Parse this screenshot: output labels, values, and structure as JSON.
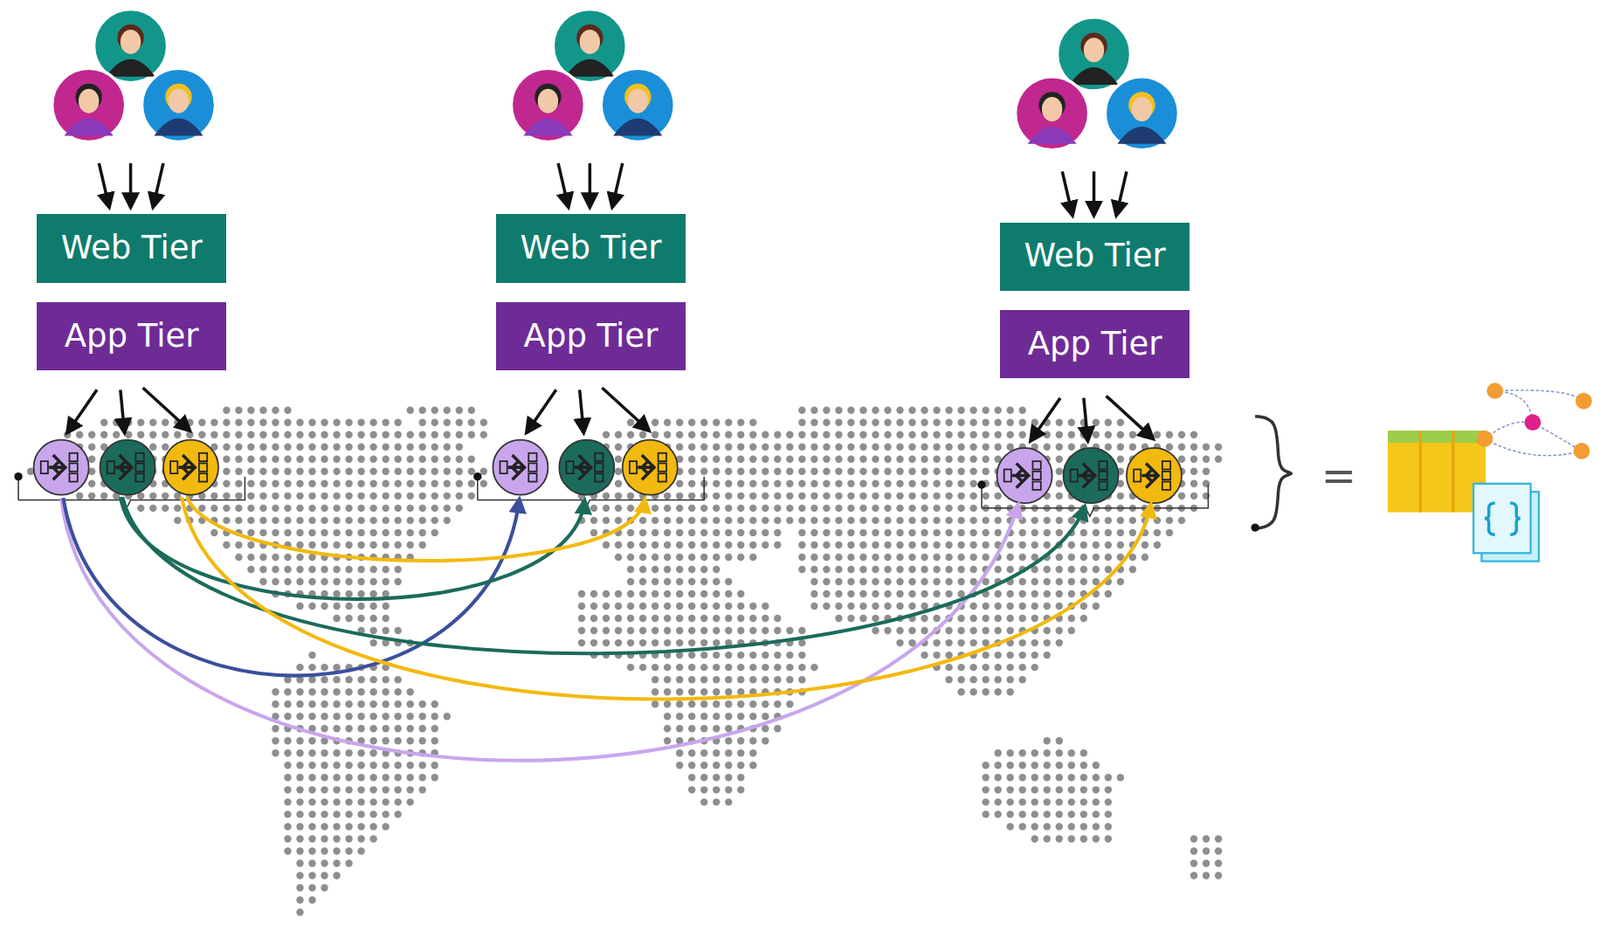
{
  "diagram": {
    "nodes": [
      {
        "text": [
          "Web Tier"
        ]
      },
      {
        "text": [
          "Web Tier"
        ]
      },
      {
        "text": [
          "Web Tier"
        ]
      },
      {
        "text": [
          "App Tier"
        ]
      },
      {
        "text": [
          "App Tier"
        ]
      },
      {
        "text": [
          "App Tier"
        ]
      }
    ],
    "labels": [
      "="
    ]
  }
}
